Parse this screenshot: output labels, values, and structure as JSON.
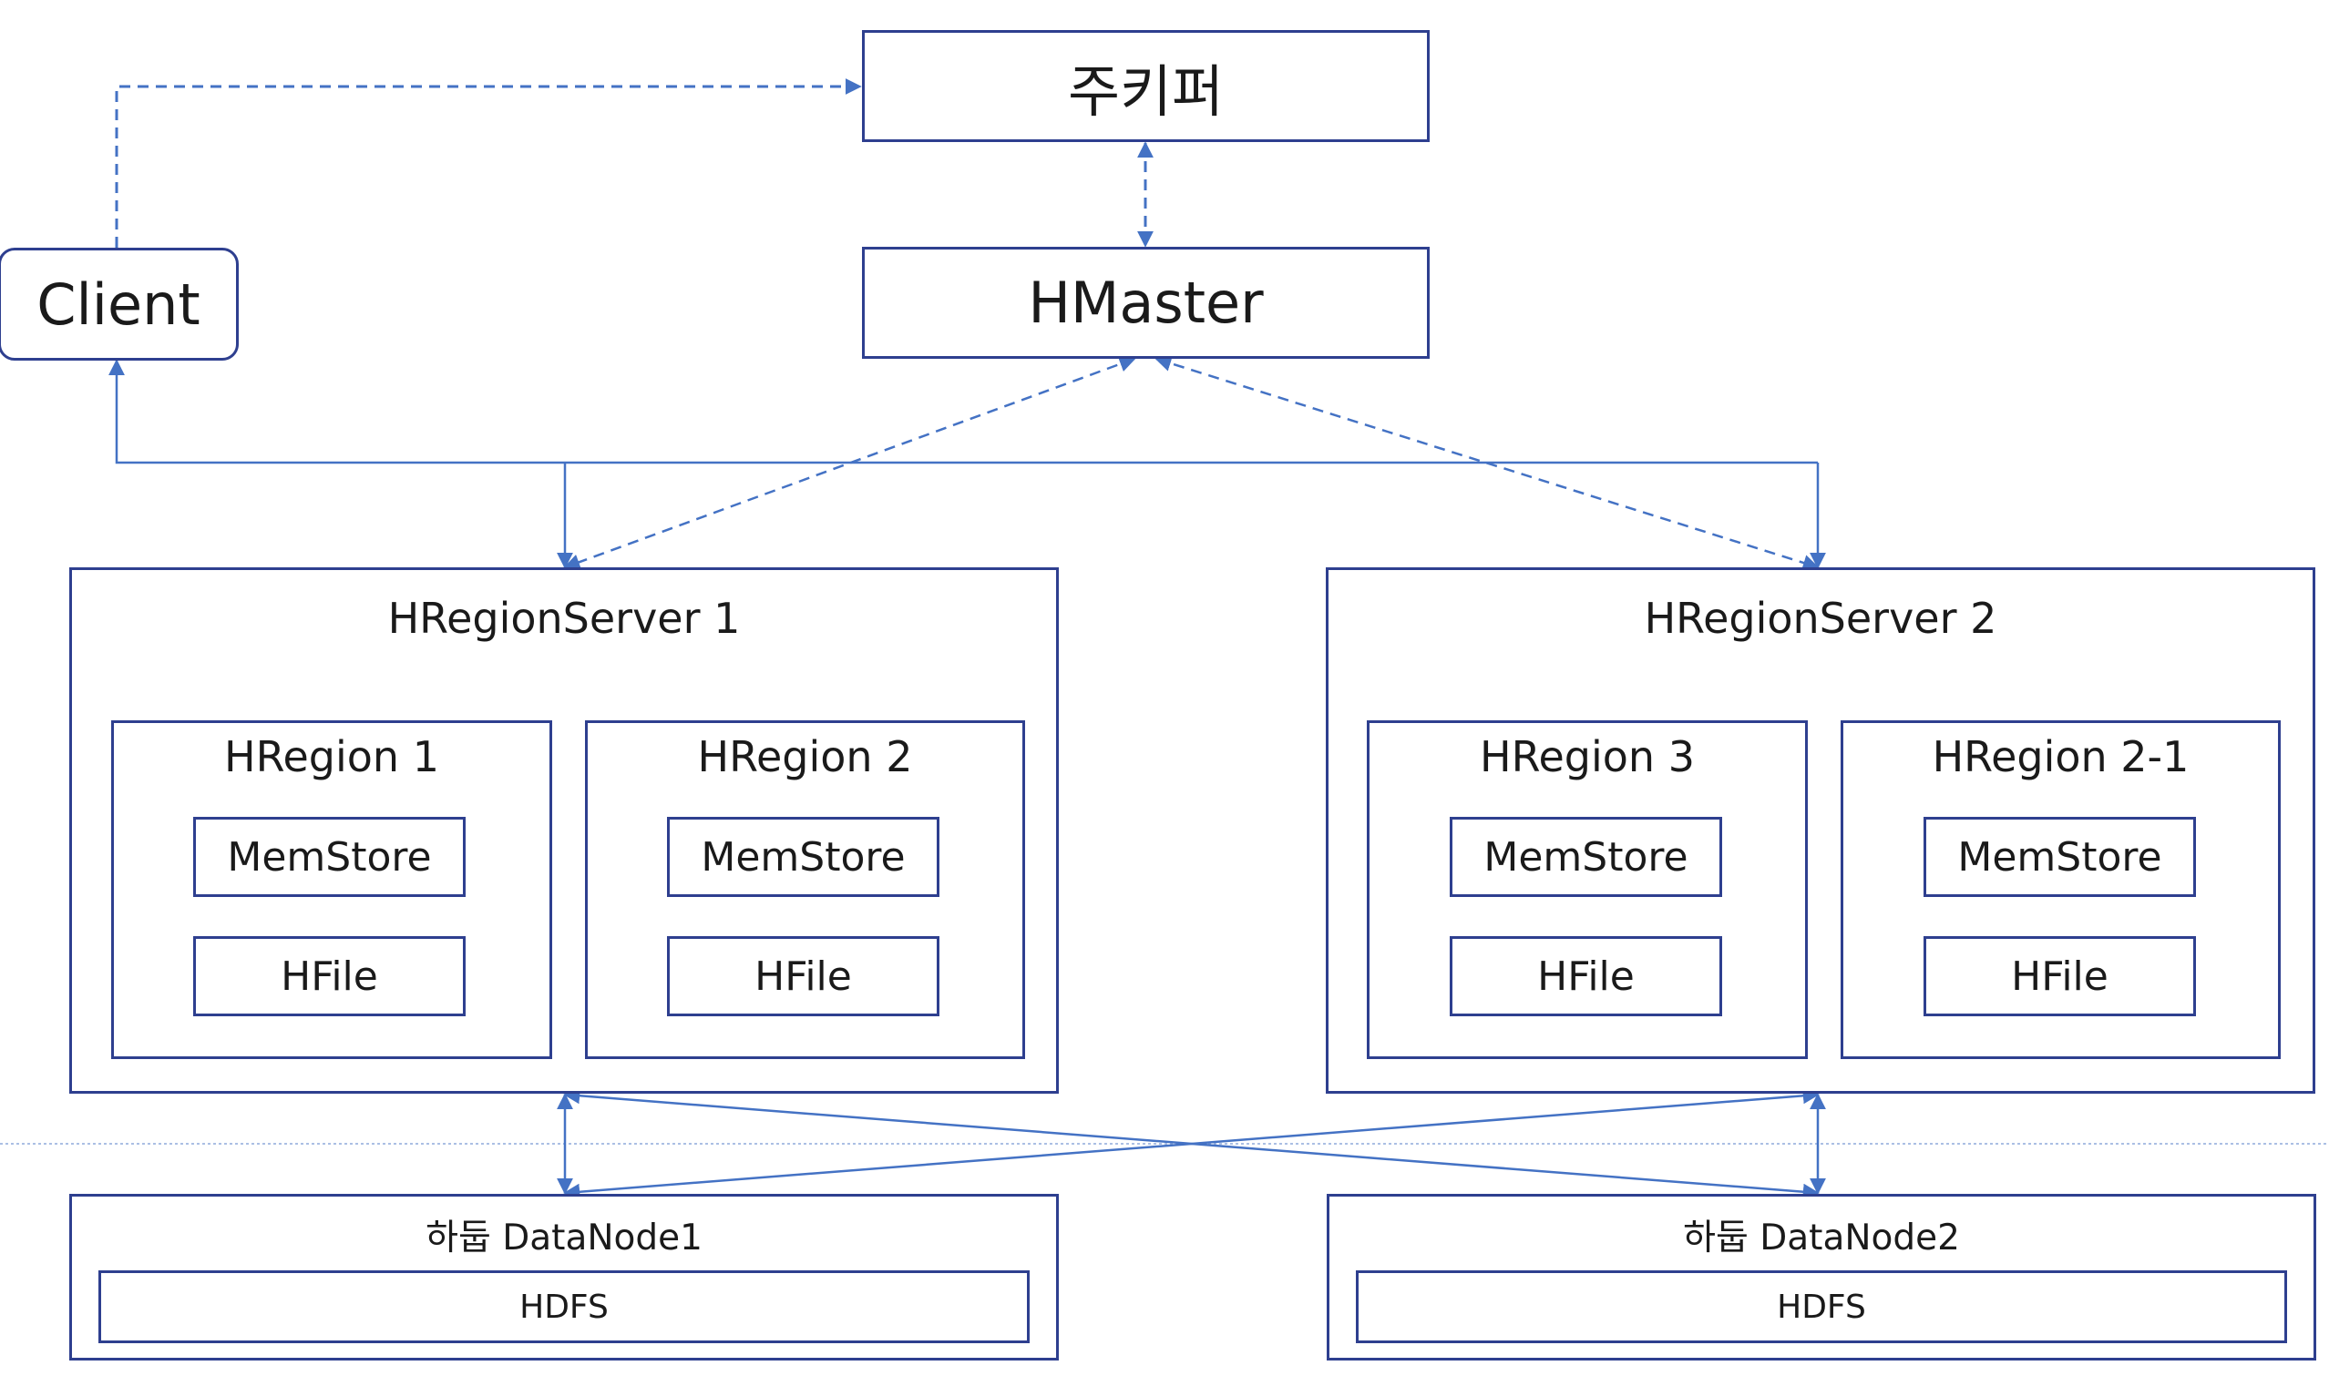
{
  "colors": {
    "border": "#2E3F8F",
    "connector": "#4472C4",
    "guide": "#8FAADC"
  },
  "zookeeper": {
    "label": "주키퍼"
  },
  "hmaster": {
    "label": "HMaster"
  },
  "client": {
    "label": "Client"
  },
  "region_servers": [
    {
      "title": "HRegionServer 1",
      "regions": [
        {
          "title": "HRegion 1",
          "memstore": "MemStore",
          "hfile": "HFile",
          "flush_line": "solid"
        },
        {
          "title": "HRegion 2",
          "memstore": "MemStore",
          "hfile": "HFile",
          "flush_line": "solid"
        }
      ]
    },
    {
      "title": "HRegionServer 2",
      "regions": [
        {
          "title": "HRegion 3",
          "memstore": "MemStore",
          "hfile": "HFile",
          "flush_line": "solid"
        },
        {
          "title": "HRegion 2-1",
          "memstore": "MemStore",
          "hfile": "HFile",
          "flush_line": "dashed"
        }
      ]
    }
  ],
  "datanodes": [
    {
      "title": "하둡 DataNode1",
      "storage": "HDFS"
    },
    {
      "title": "하둡 DataNode2",
      "storage": "HDFS"
    }
  ]
}
